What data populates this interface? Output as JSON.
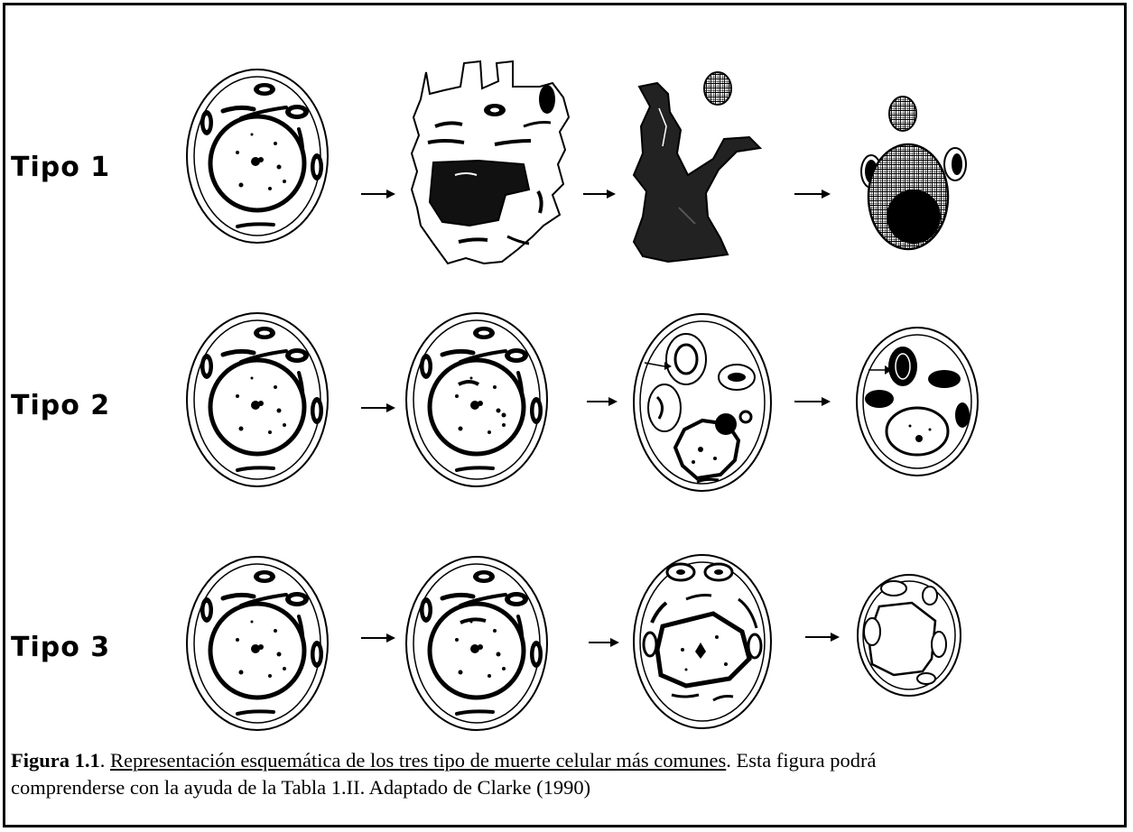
{
  "rows": [
    {
      "label": "Tipo 1"
    },
    {
      "label": "Tipo 2"
    },
    {
      "label": "Tipo 3"
    }
  ],
  "caption": {
    "figure_number": "Figura 1.1",
    "title": "Representación esquemática de los tres tipo de muerte celular más comunes",
    "line1_rest": ". Esta figura podrá",
    "line2": "comprenderse con la ayuda de la Tabla 1.II. Adaptado de Clarke (1990)"
  },
  "arrow_symbol": "→",
  "colors": {
    "ink": "#000000",
    "background": "#ffffff"
  }
}
